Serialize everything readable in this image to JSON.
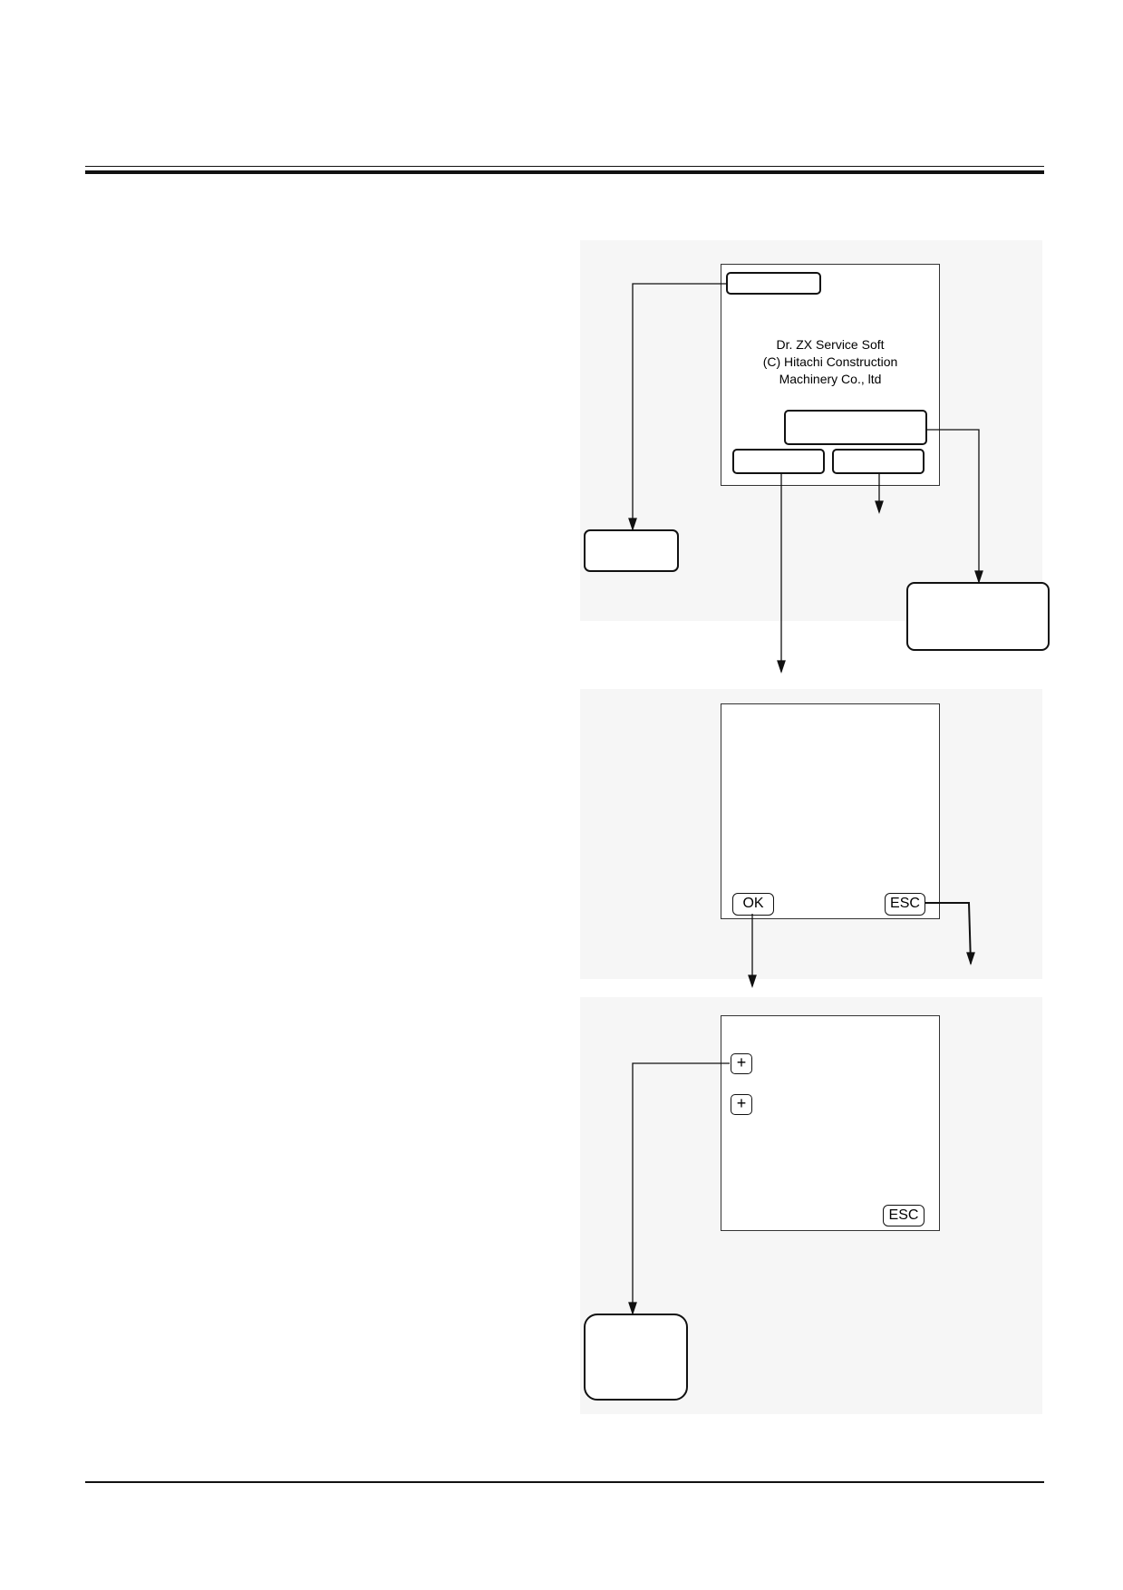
{
  "splash_screen": {
    "line1": "Dr. ZX Service Soft",
    "line2": "(C) Hitachi Construction",
    "line3": "Machinery Co., ltd"
  },
  "confirm_screen": {
    "ok_label": "OK",
    "esc_label": "ESC"
  },
  "menu_screen": {
    "plus_label_1": "+",
    "plus_label_2": "+",
    "esc_label": "ESC"
  }
}
